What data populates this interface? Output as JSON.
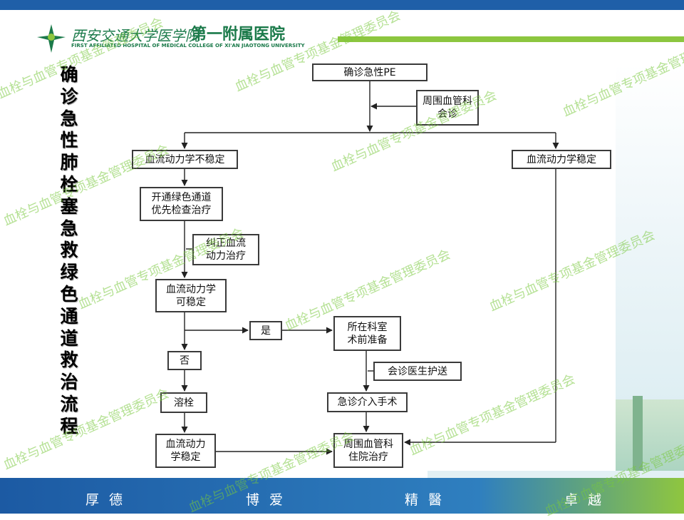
{
  "header": {
    "school_name": "西安交通大学医学院",
    "hospital_name": "第一附属医院",
    "english_name": "FIRST AFFILIATED HOSPITAL OF MEDICAL COLLEGE OF XI'AN JIAOTONG UNIVERSITY"
  },
  "title_chars": [
    "确",
    "诊",
    "急",
    "性",
    "肺",
    "栓",
    "塞",
    "急",
    "救",
    "绿",
    "色",
    "通",
    "道",
    "救",
    "治",
    "流",
    "程"
  ],
  "flow": {
    "confirm_pe": "确诊急性PE",
    "vascular_consult": "周围血管科\n会诊",
    "hemo_unstable": "血流动力学不稳定",
    "hemo_stable": "血流动力学稳定",
    "green_channel": "开通绿色通道\n优先检查治疗",
    "correct_hemo": "纠正血流\n动力治疗",
    "hemo_can_stabilize": "血流动力学\n可稳定",
    "yes": "是",
    "no": "否",
    "dept_preop": "所在科室\n术前准备",
    "escort": "会诊医生护送",
    "thrombolysis": "溶栓",
    "emergency_surgery": "急诊介入手术",
    "hemo_stabilized": "血流动力\n学稳定",
    "vascular_admission": "周围血管科\n住院治疗"
  },
  "footer": {
    "motto_1": "厚德",
    "motto_2": "博爱",
    "motto_3": "精醫",
    "motto_4": "卓越"
  },
  "watermark": "血栓与血管专项基金管理委员会"
}
